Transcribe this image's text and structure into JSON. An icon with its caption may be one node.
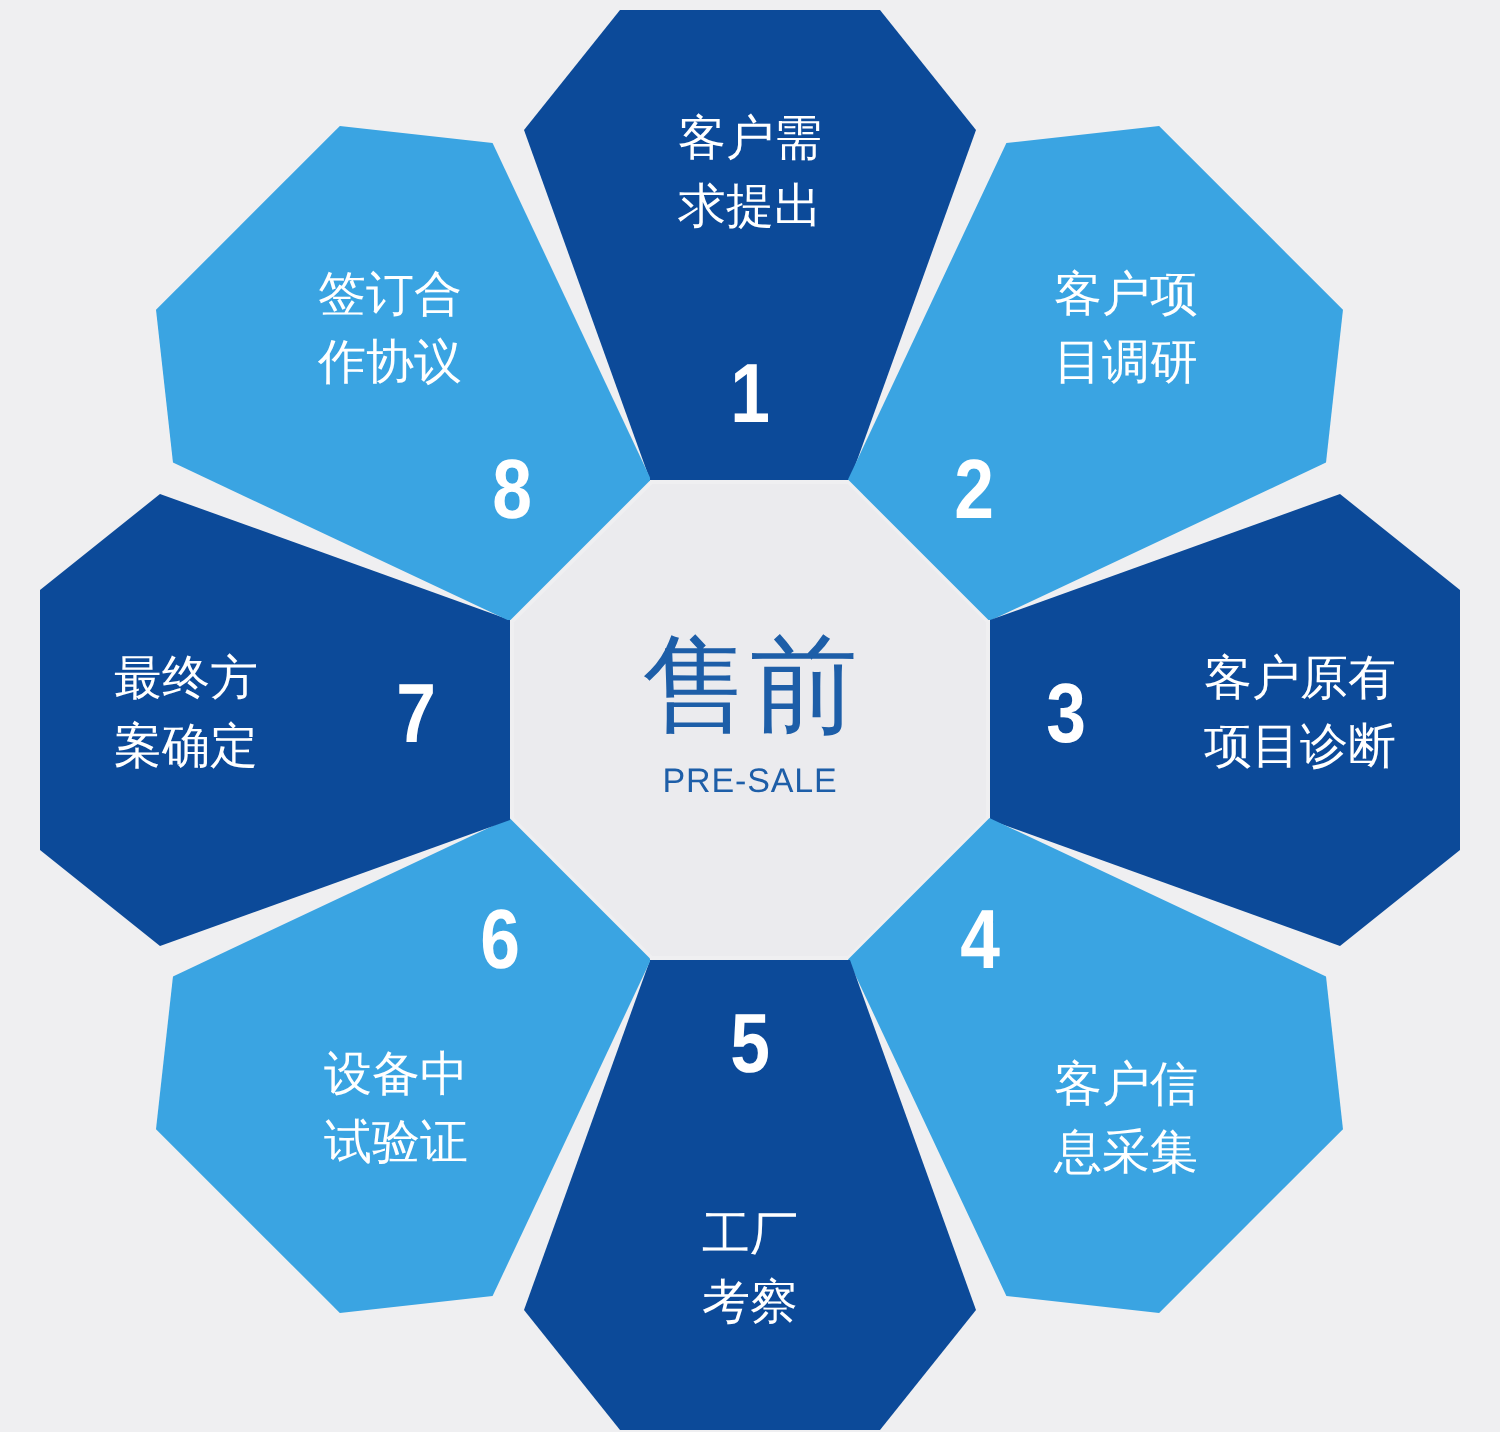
{
  "diagram": {
    "nodes": [
      {
        "text": [
          "客户需求提出",
          "1"
        ]
      },
      {
        "text": [
          "客户项目调研",
          "2"
        ]
      },
      {
        "text": [
          "3",
          "客户原有项目诊断"
        ]
      },
      {
        "text": [
          "4",
          "客户信息采集"
        ]
      },
      {
        "text": [
          "5",
          "工厂考察"
        ]
      },
      {
        "text": [
          "6",
          "设备中试验证"
        ]
      },
      {
        "text": [
          "最终方案确定",
          "7"
        ]
      },
      {
        "text": [
          "签订合作协议",
          "8"
        ]
      },
      {
        "text": [
          "售前",
          "PRE-SALE"
        ]
      }
    ]
  }
}
